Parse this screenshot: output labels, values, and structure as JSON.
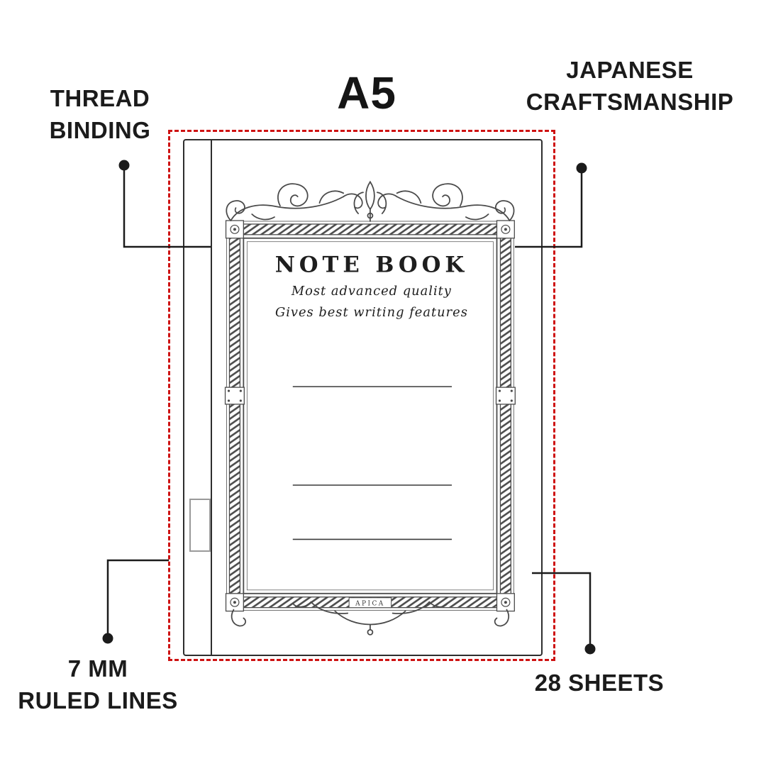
{
  "header": {
    "size_label": "A5"
  },
  "callouts": {
    "thread_binding": {
      "line1": "THREAD",
      "line2": "BINDING"
    },
    "craftsmanship": {
      "line1": "JAPANESE",
      "line2": "CRAFTSMANSHIP"
    },
    "ruled_lines": {
      "line1": "7 MM",
      "line2": "RULED LINES"
    },
    "sheets": {
      "line1": "28 SHEETS"
    }
  },
  "notebook": {
    "title": "NOTE BOOK",
    "tagline1": "Most advanced quality",
    "tagline2": "Gives best writing features",
    "brand": "APICA"
  },
  "colors": {
    "dashed_border": "#ce1212",
    "callout": "#1b1b1b",
    "frame_ink": "#4a4a4a"
  }
}
